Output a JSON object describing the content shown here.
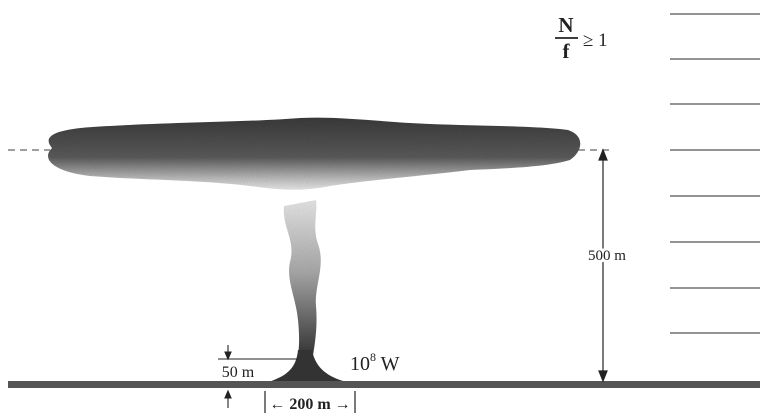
{
  "criterion": {
    "numerator": "N",
    "denominator": "f",
    "relation": "≥ 1"
  },
  "labels": {
    "height": "500 m",
    "source_height": "50 m",
    "source_width": "← 200 m →",
    "power_base": "10",
    "power_exponent": "8",
    "power_unit": " W"
  },
  "colors": {
    "ink": "#222222",
    "ground": "#555555",
    "plume_dark": "#333333",
    "plume_light": "#d9d9d9",
    "stratification_lines": "#555555"
  },
  "icons": [
    "dashed-level-line",
    "stratification-lines",
    "dimension-arrows"
  ]
}
